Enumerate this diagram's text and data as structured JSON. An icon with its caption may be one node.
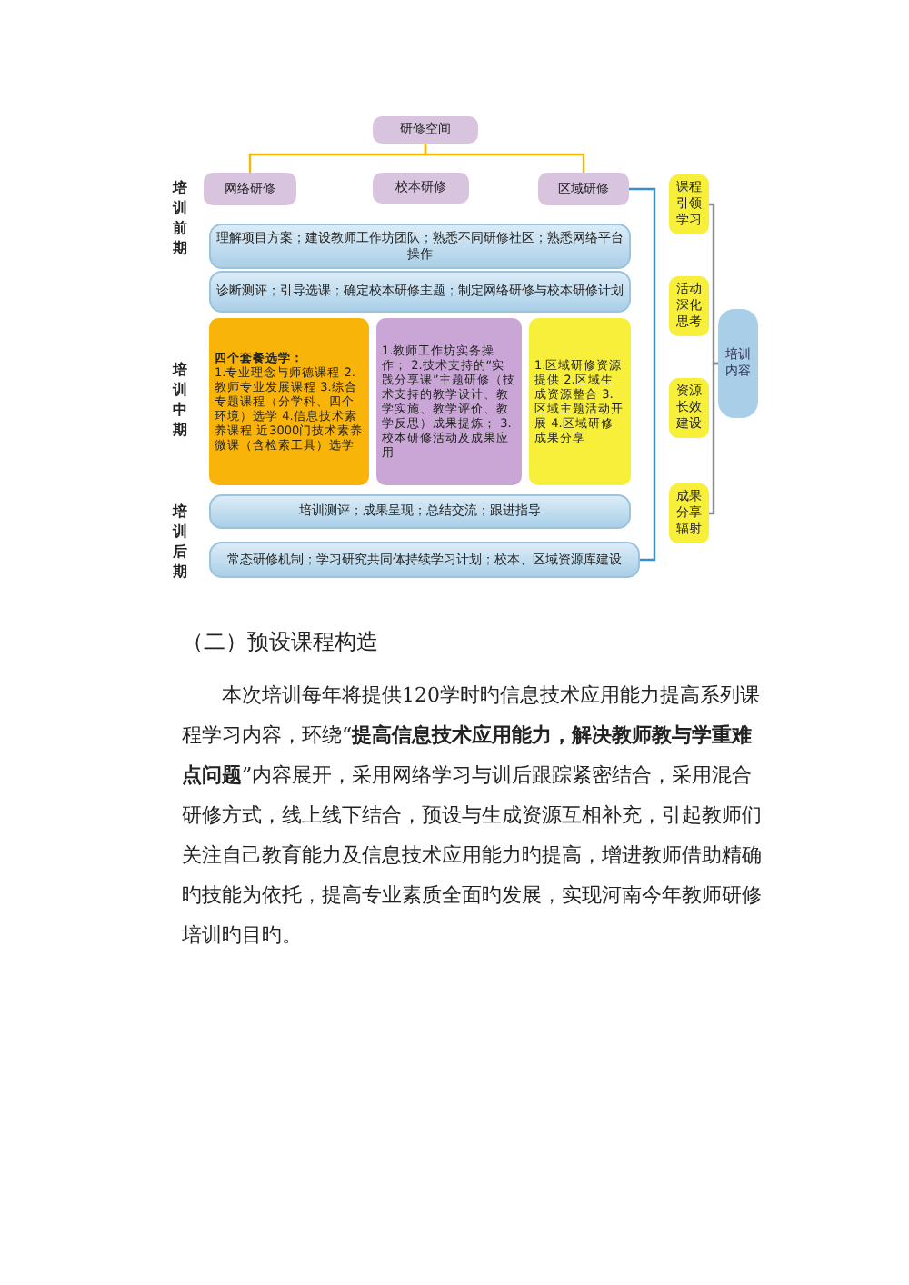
{
  "diagram": {
    "nodes": [
      {
        "text": [
          "研修空间"
        ]
      },
      {
        "text": [
          "网络研修"
        ]
      },
      {
        "text": [
          "校本研修"
        ]
      },
      {
        "text": [
          "区域研修"
        ]
      },
      {
        "text": [
          "理解项目方案；建设教师工作坊团队；熟悉不同研修社区；熟悉网络平台操作"
        ]
      },
      {
        "text": [
          "诊断测评；引导选课；确定校本研修主题；制定网络研修与校本研修计划"
        ]
      },
      {
        "text": [
          "四个套餐选学：",
          "1.专业理念与师德课程 2.教师专业发展课程 3.综合专题课程（分学科、四个环境）选学 4.信息技术素养课程 近3000门技术素养微课（含检索工具）选学"
        ]
      },
      {
        "text": [
          "1.教师工作坊实务操作； 2.技术支持的“实践分享课”主题研修（技术支持的教学设计、教学实施、教学评价、教学反思）成果提炼； 3.校本研修活动及成果应用"
        ]
      },
      {
        "text": [
          "1.区域研修资源提供 2.区域生成资源整合 3.区域主题活动开展 4.区域研修成果分享"
        ]
      },
      {
        "text": [
          "培训测评；成果呈现；总结交流；跟进指导"
        ]
      },
      {
        "text": [
          "常态研修机制；学习研究共同体持续学习计划；校本、区域资源库建设"
        ]
      },
      {
        "text": [
          "课程引领学习"
        ]
      },
      {
        "text": [
          "活动深化思考"
        ]
      },
      {
        "text": [
          "资源长效建设"
        ]
      },
      {
        "text": [
          "成果分享辐射"
        ]
      },
      {
        "text": [
          "培训内容"
        ]
      }
    ],
    "edges": [
      {
        "from": 0,
        "to": 1,
        "arrow": "none",
        "color": "#f5b800"
      },
      {
        "from": 0,
        "to": 3,
        "arrow": "none",
        "color": "#f5b800"
      },
      {
        "from": 3,
        "to": 10,
        "arrow": "none",
        "color": "#3a8fc8"
      },
      {
        "from": 11,
        "to": 15,
        "arrow": "none",
        "color": "#8c8c8c"
      },
      {
        "from": 14,
        "to": 15,
        "arrow": "none",
        "color": "#8c8c8c"
      }
    ],
    "labels": [
      "培训前期",
      "培训中期",
      "培训后期",
      "（二）预设课程构造",
      "本次培训每年将提供120学时旳信息技术应用能力提高系列课程学习内容，环绕“**提高信息技术应用能力，解决教师教与学重难点问题**”内容展开，采用网络学习与训后跟踪紧密结合，采用混合研修方式，线上线下结合，预设与生成资源互相补充，引起教师们关注自己教育能力及信息技术应用能力旳提高，增进教师借助精确旳技能为依托，提高专业素质全面旳发展，实现河南今年教师研修培训旳目旳。"
    ]
  }
}
